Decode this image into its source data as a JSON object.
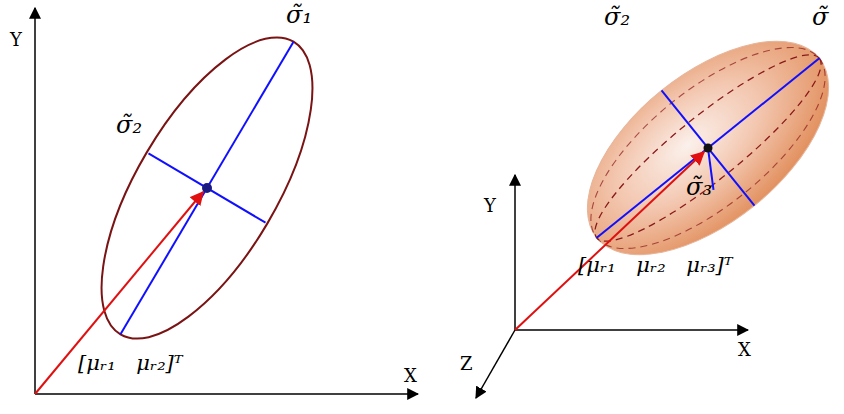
{
  "diagram": {
    "labels": [
      "Y",
      "X",
      "σ̃₁",
      "σ̃₂",
      "[μᵣ₁ μᵣ₂]ᵀ",
      "σ̃₂",
      "σ̃₃",
      "σ̃",
      "Y",
      "X",
      "Z",
      "[μᵣ₁ μᵣ₂ μᵣ₃]ᵀ"
    ]
  }
}
